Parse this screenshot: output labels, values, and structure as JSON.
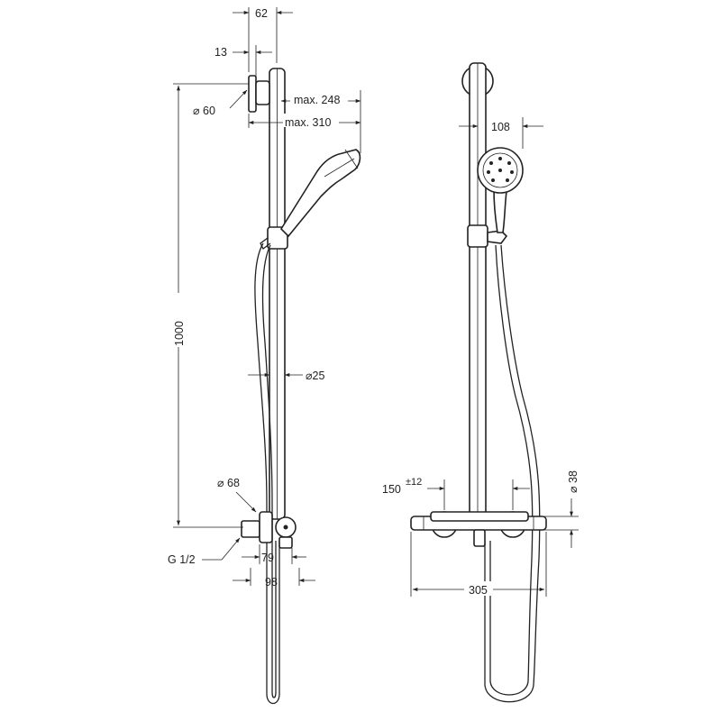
{
  "side_view": {
    "dim_width_top": "62",
    "dim_offset": "13",
    "dim_diameter_mount": "⌀ 60",
    "dim_max_248": "max. 248",
    "dim_max_310": "max. 310",
    "dim_height": "1000",
    "dim_bar_diameter": "⌀25",
    "dim_valve_diameter": "⌀ 68",
    "dim_thread": "G 1/2",
    "dim_79": "79",
    "dim_98": "98"
  },
  "front_view": {
    "dim_head": "108",
    "dim_spacing": "150",
    "dim_tolerance": "±12",
    "dim_diameter": "⌀ 38",
    "dim_width": "305"
  }
}
